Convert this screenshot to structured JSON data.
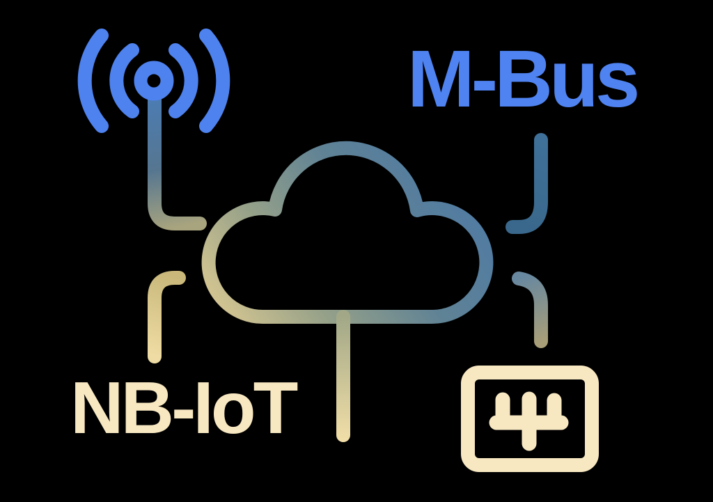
{
  "diagram": {
    "type": "iot-connectivity-diagram",
    "background_color": "#000000",
    "labels": {
      "mbus": "M-Bus",
      "nbiot": "NB-IoT"
    },
    "colors": {
      "background": "#000000",
      "bright_blue": "#4e82ee",
      "mbus_text_blue": "#4f83f1",
      "steel_blue": "#3c6c96",
      "steel_blue_light": "#4b7cb4",
      "olive": "#8f9a80",
      "olive_tan": "#a8a47e",
      "tan": "#c9b87a",
      "tan_light": "#eedca4",
      "cream": "#f8e8c2",
      "cloud_blue": "#4a78a8",
      "cloud_tan": "#d9c892"
    },
    "nodes": [
      {
        "id": "antenna",
        "icon": "radio-antenna-icon",
        "label": ""
      },
      {
        "id": "mbus-label",
        "label": "M-Bus"
      },
      {
        "id": "cloud",
        "icon": "cloud-icon",
        "label": ""
      },
      {
        "id": "nbiot-label",
        "label": "NB-IoT"
      },
      {
        "id": "meter",
        "icon": "meter-icon",
        "label": ""
      }
    ],
    "connections": [
      {
        "from": "antenna",
        "to": "cloud"
      },
      {
        "from": "mbus-label",
        "to": "cloud"
      },
      {
        "from": "nbiot-label",
        "to": "cloud"
      },
      {
        "from": "meter",
        "to": "cloud"
      },
      {
        "from": "cloud",
        "to": "bottom-stem"
      }
    ]
  }
}
